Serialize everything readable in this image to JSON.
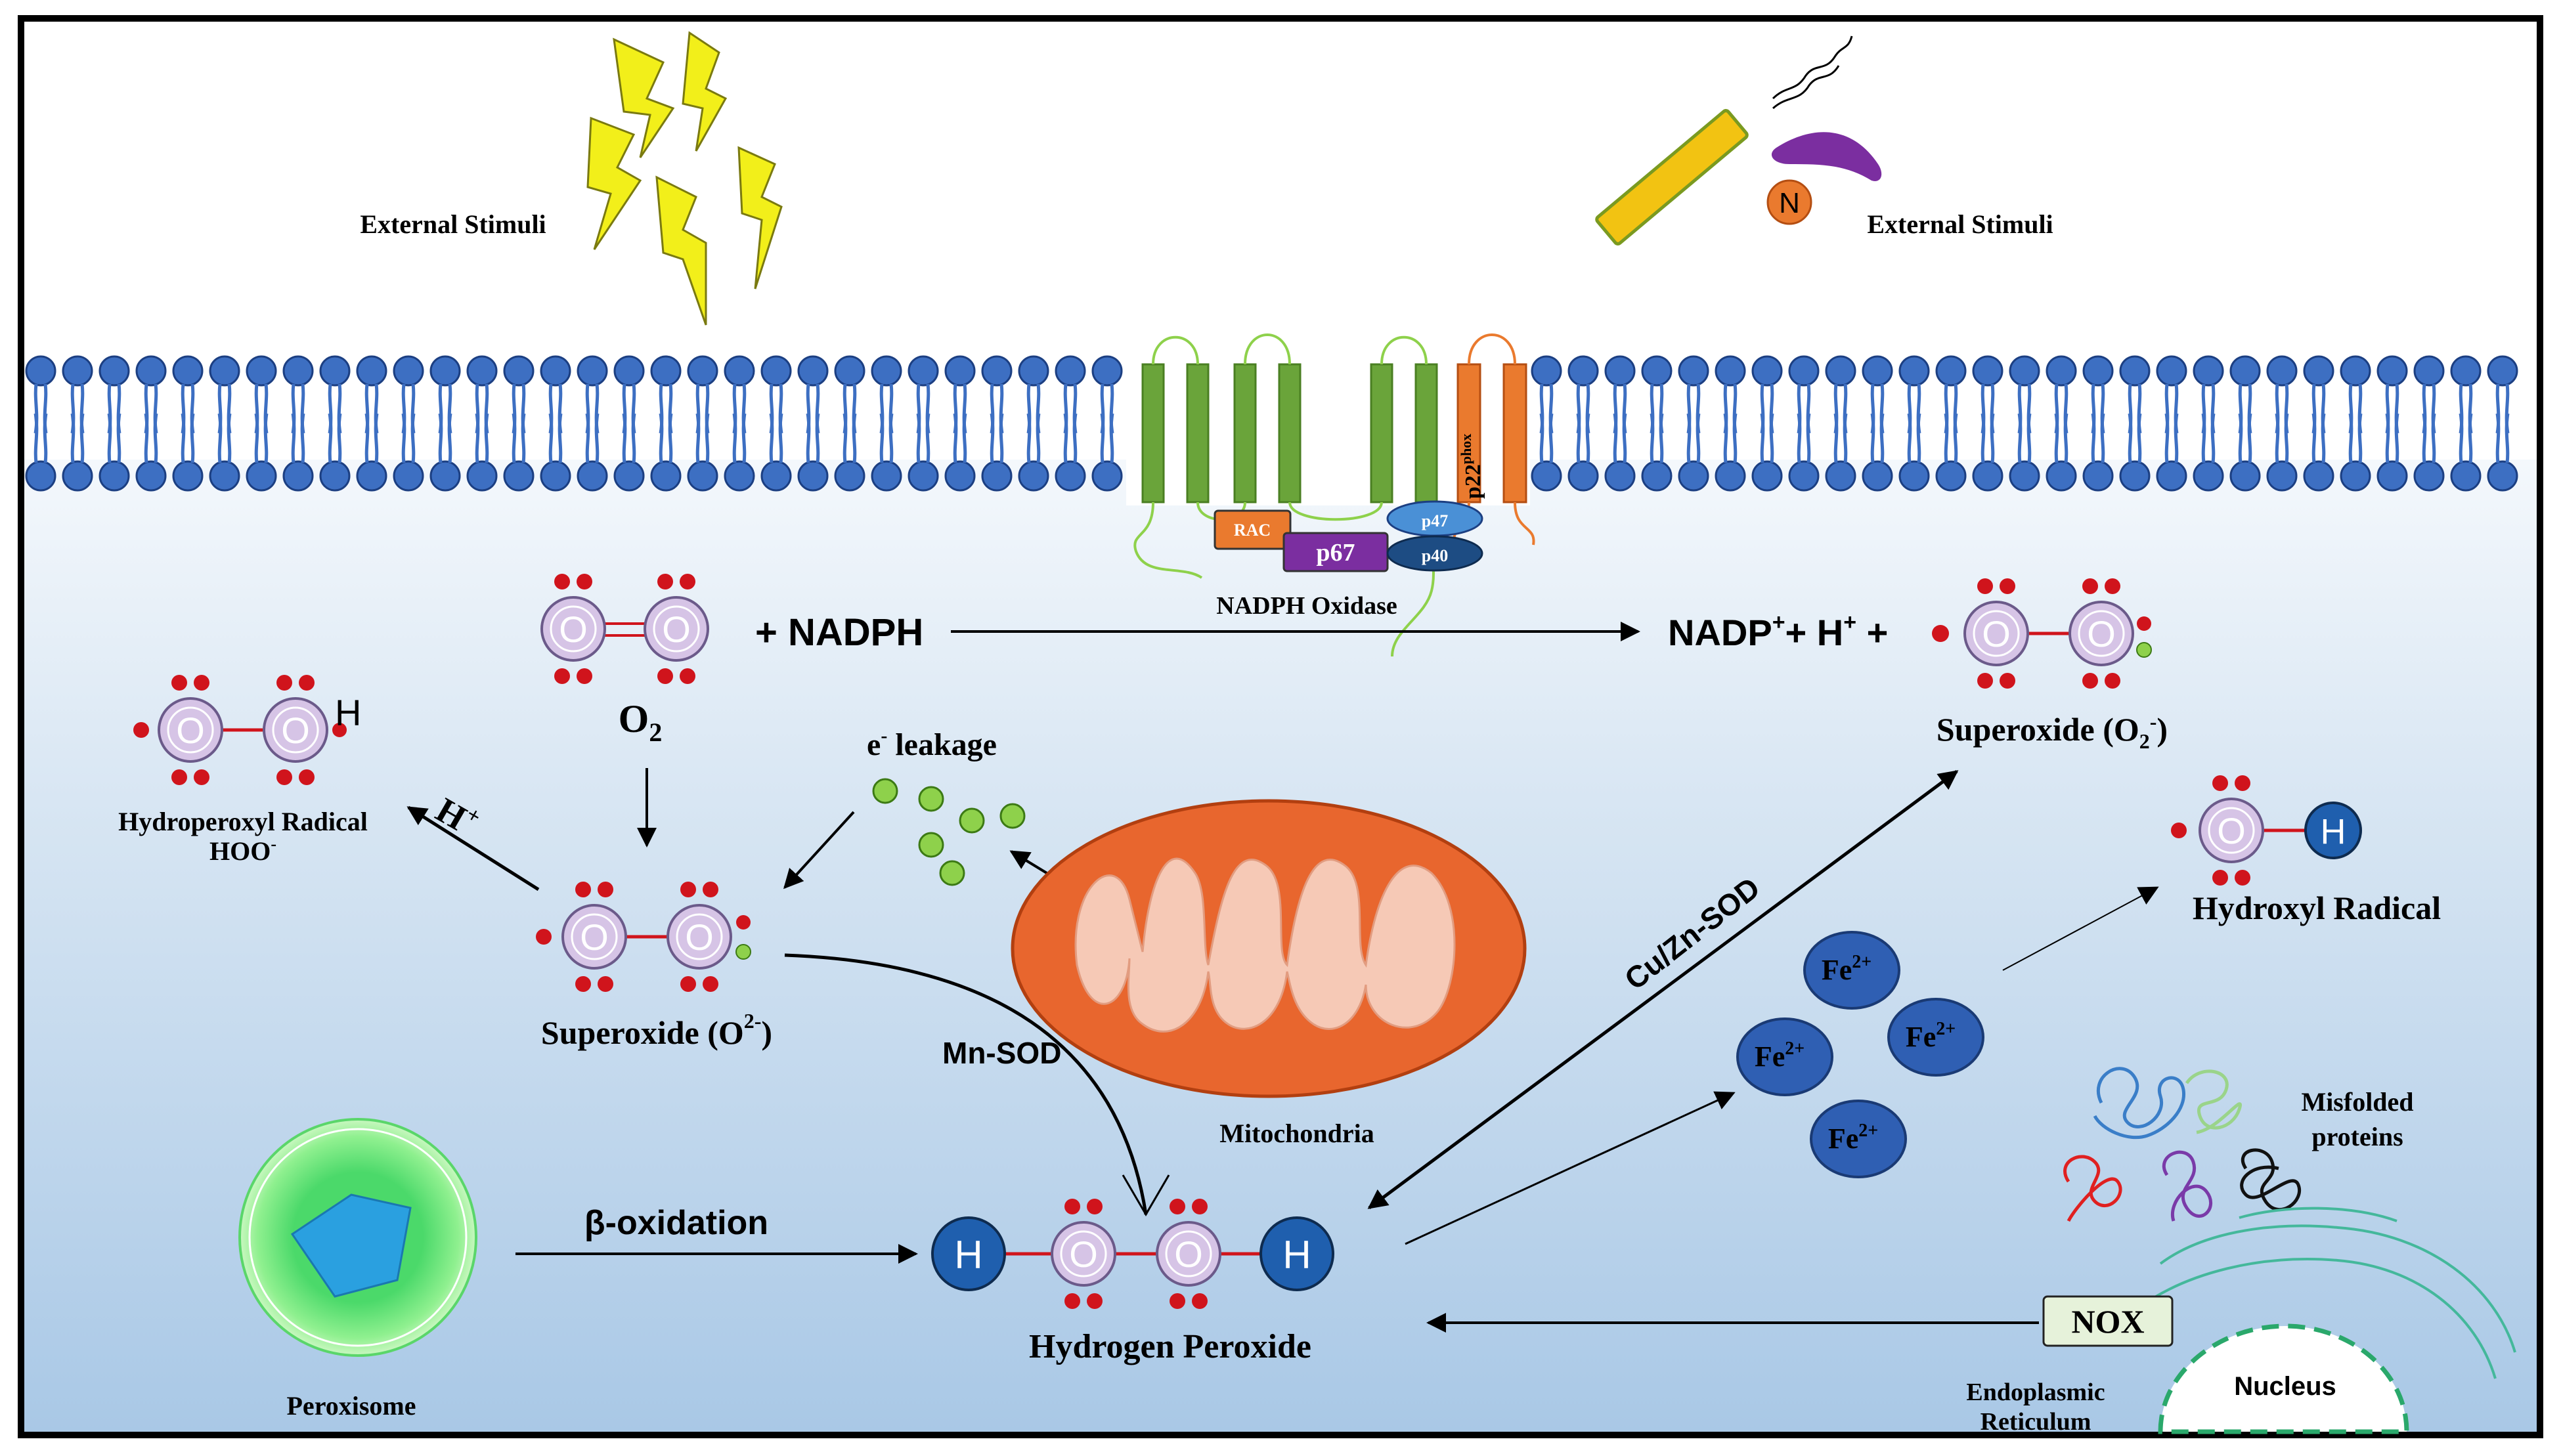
{
  "labels": {
    "external_stimuli_left": "External Stimuli",
    "external_stimuli_right": "External Stimuli",
    "n_symbol": "N",
    "nadph_oxidase": "NADPH Oxidase",
    "rac": "RAC",
    "p67": "p67",
    "p47": "p47",
    "p40": "p40",
    "p22_main": "p22",
    "p22_sup": "phox",
    "plus_nadph": "+ NADPH",
    "nadp_main": "NADP",
    "nadp_sup": "+",
    "plus_h": "+ H",
    "plus_h_sup": "+",
    "plus_after": "+",
    "o2_main": "O",
    "o2_sub": "2",
    "superoxide_right_main": "Superoxide (O",
    "superoxide_right_sub": "2",
    "superoxide_right_sup": "-",
    "superoxide_right_close": ")",
    "superoxide_left_main": "Superoxide (O",
    "superoxide_left_sup": "2-",
    "superoxide_left_close": ")",
    "hydroperoxyl_line1": "Hydroperoxyl Radical",
    "hydroperoxyl_line2": "HOO",
    "hydroperoxyl_sup": "-",
    "h_plus_main": "H",
    "h_plus_sup": "+",
    "e_leakage_main": "e",
    "e_leakage_sup": "-",
    "e_leakage_rest": " leakage",
    "mn_sod": "Mn-SOD",
    "cu_zn_sod": "Cu/Zn-SOD",
    "mitochondria": "Mitochondria",
    "hydroxyl_radical": "Hydroxyl Radical",
    "fe_main": "Fe",
    "fe_sup": "2+",
    "beta_oxidation": "β-oxidation",
    "peroxisome": "Peroxisome",
    "hydrogen_peroxide": "Hydrogen Peroxide",
    "misfolded_line1": "Misfolded",
    "misfolded_line2": "proteins",
    "nox": "NOX",
    "er_line1": "Endoplasmic",
    "er_line2": "Reticulum",
    "nucleus": "Nucleus",
    "atom_o": "O",
    "atom_h": "H"
  },
  "colors": {
    "atom_o_fill": "#d6c4e6",
    "atom_h_fill": "#1f5fae",
    "electron": "#d0141c",
    "leak_electron": "#8ed14b",
    "bolt": "#f2ef1a",
    "membrane_head": "#3d6fc2",
    "nadph_green": "#6aa43a",
    "p22_orange": "#ea7a2e",
    "mito_outer": "#e8662e",
    "mito_inner": "#f6c9b6",
    "fe_fill": "#2f5fb3",
    "cytoplasm_top": "#ffffff",
    "cytoplasm_bottom": "#a9c8e6",
    "nox_fill": "#e6f2da",
    "er_line": "#44b89b"
  }
}
